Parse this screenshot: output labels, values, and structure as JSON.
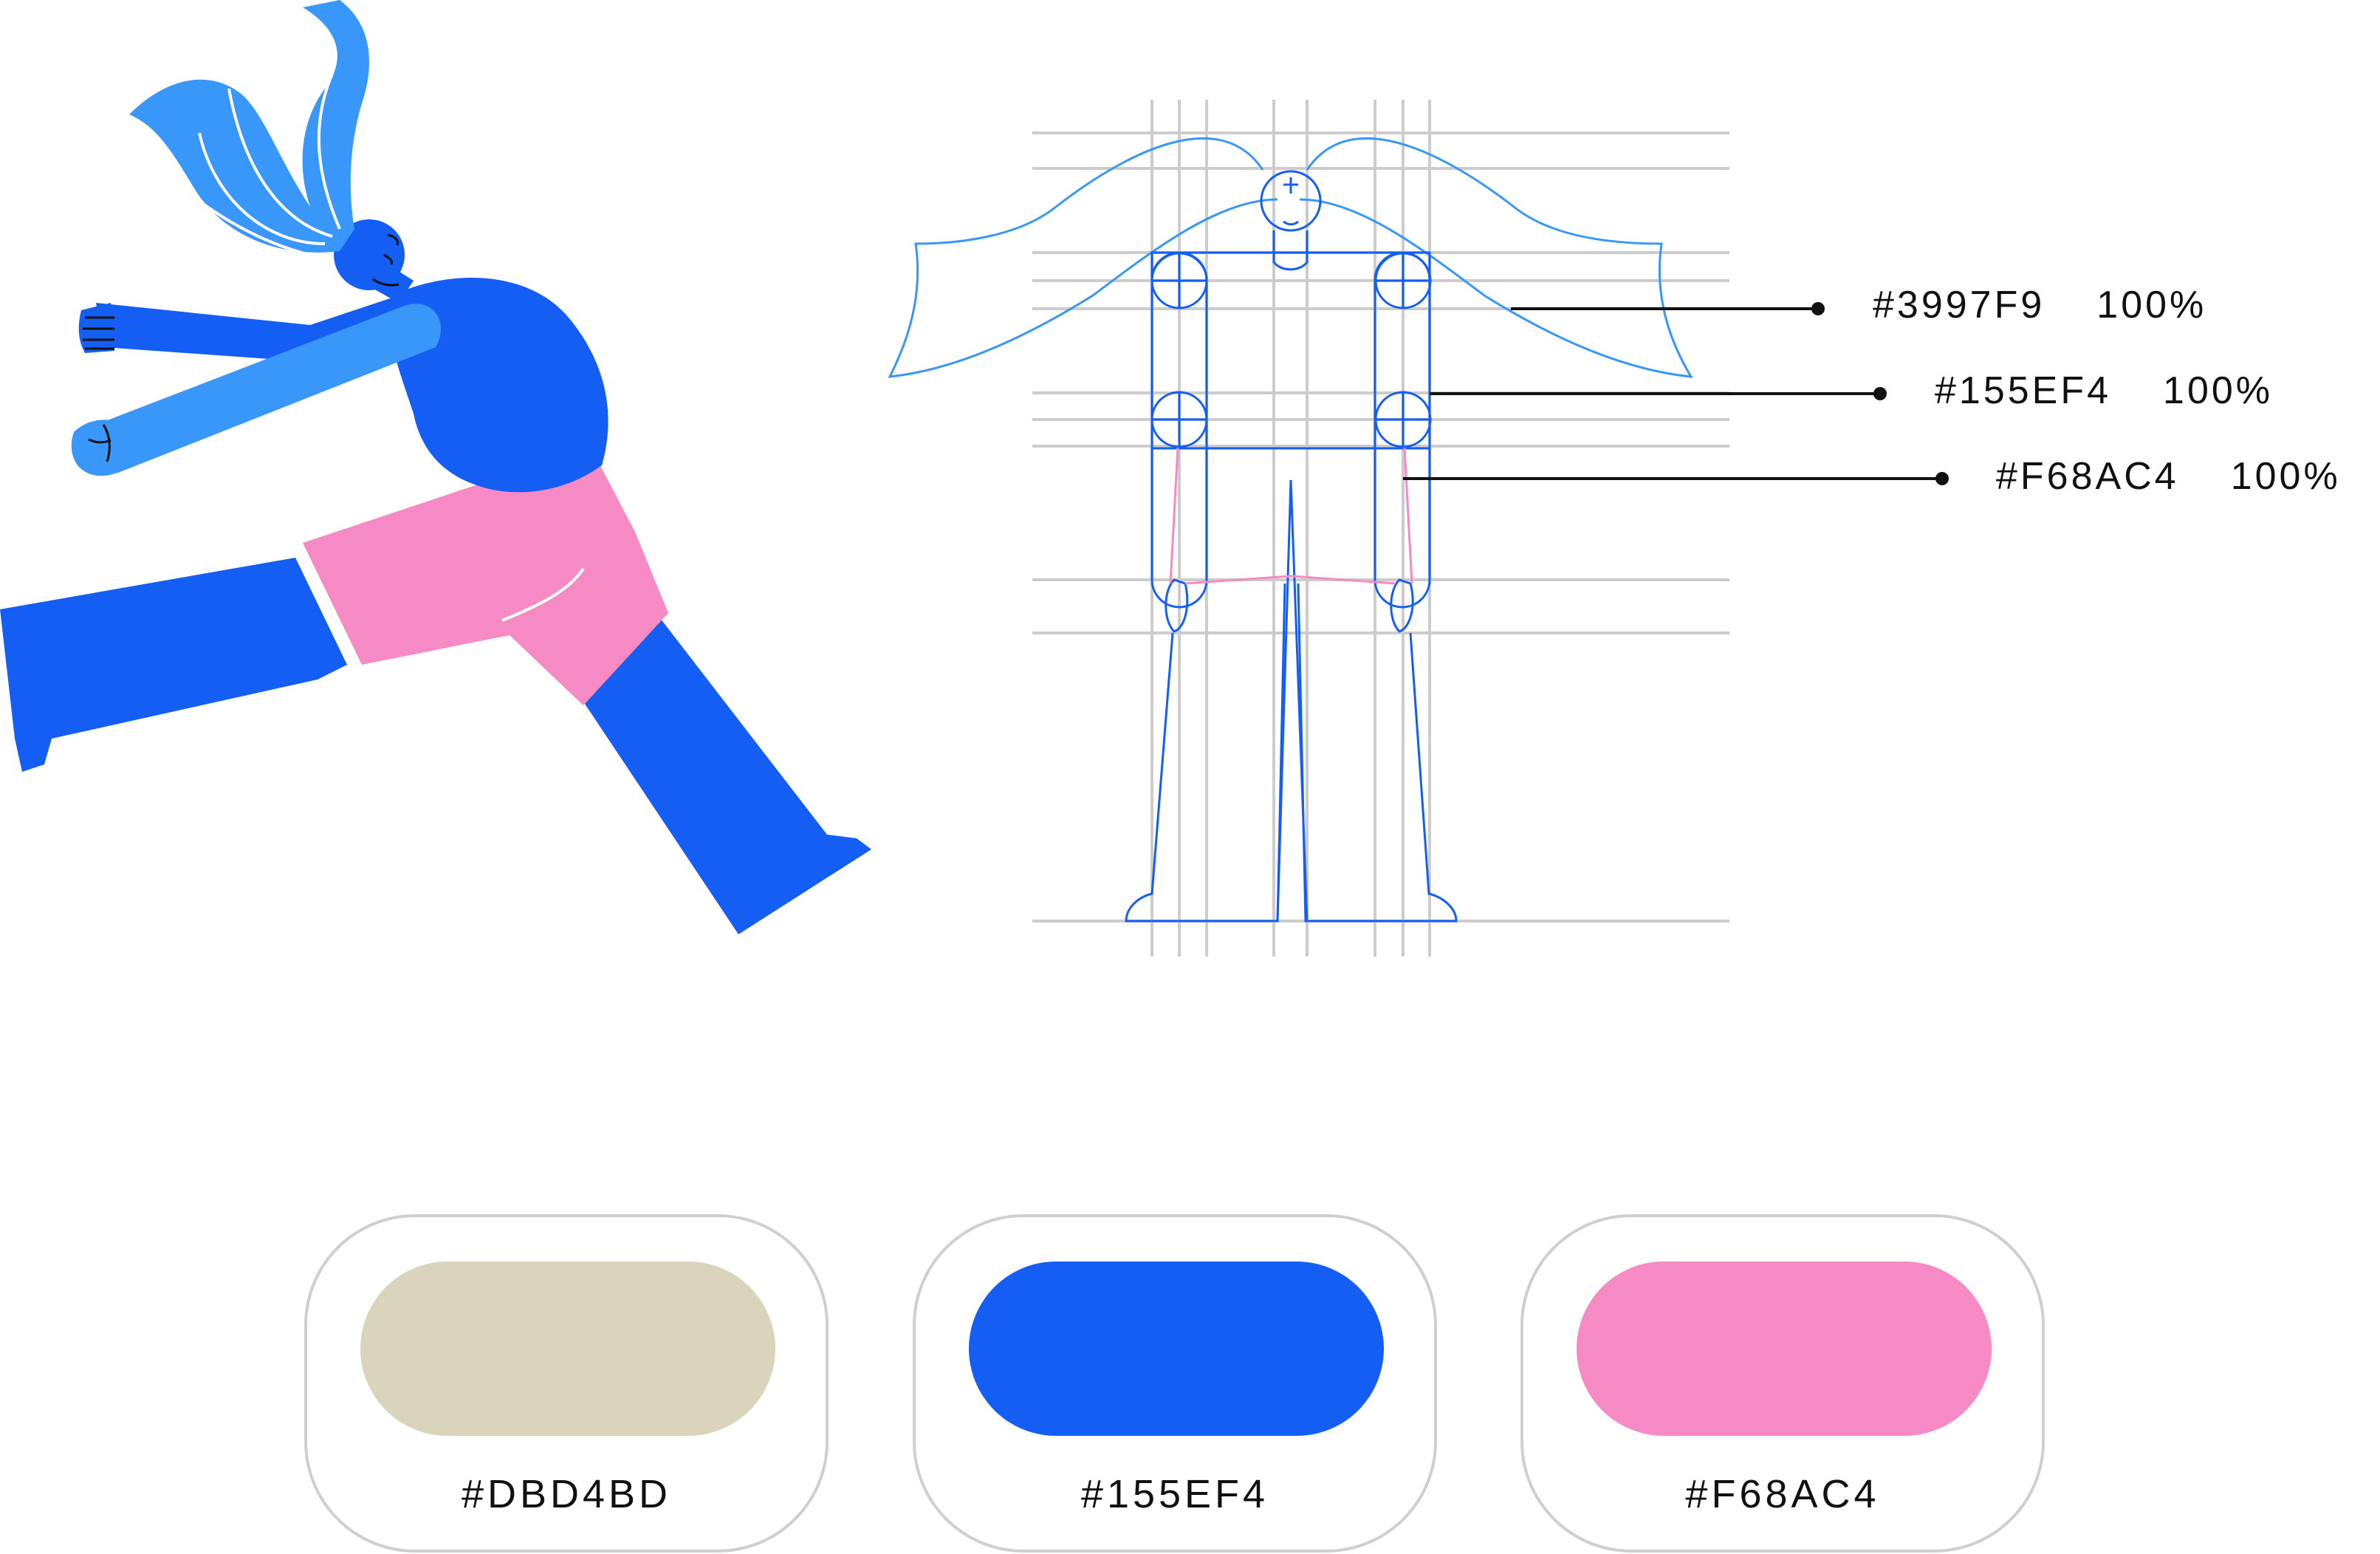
{
  "illustration": {
    "hair_color": "#3997F9",
    "body_color": "#155EF4",
    "shorts_color": "#F68AC4",
    "line_color": "#111111"
  },
  "sketch": {
    "grid_color": "#CCCCCC",
    "hair_line_color": "#3997F9",
    "body_line_color": "#155EF4",
    "pink_line_color": "#F68AC4"
  },
  "callouts": [
    {
      "hex": "#3997F9",
      "opacity": "100%"
    },
    {
      "hex": "#155EF4",
      "opacity": "100%"
    },
    {
      "hex": "#F68AC4",
      "opacity": "100%"
    }
  ],
  "swatches": [
    {
      "color": "#DBD4BD",
      "label": "#DBD4BD"
    },
    {
      "color": "#155EF4",
      "label": "#155EF4"
    },
    {
      "color": "#F68AC4",
      "label": "#F68AC4"
    }
  ]
}
